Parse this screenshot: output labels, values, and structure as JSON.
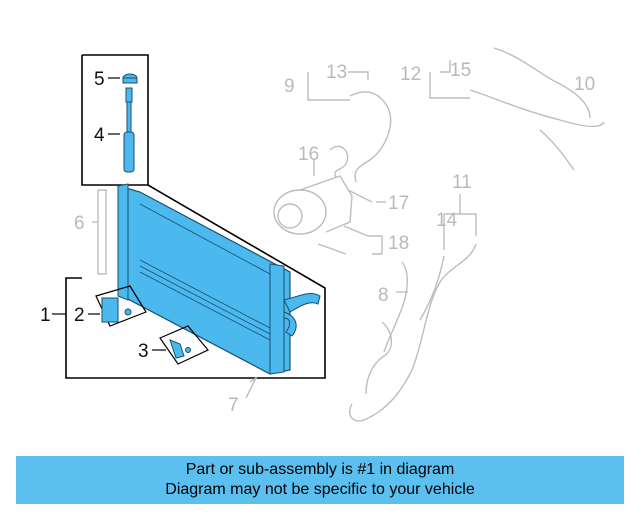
{
  "callouts": {
    "c1": "1",
    "c2": "2",
    "c3": "3",
    "c4": "4",
    "c5": "5",
    "c6": "6",
    "c7": "7",
    "c8": "8",
    "c9": "9",
    "c10": "10",
    "c11": "11",
    "c12": "12",
    "c13": "13",
    "c14": "14",
    "c15": "15",
    "c16": "16",
    "c17": "17",
    "c18": "18"
  },
  "banner": {
    "line1": "Part or sub-assembly is #1 in diagram",
    "line2": "Diagram may not be specific to your vehicle"
  },
  "colors": {
    "highlight": "#5bc0f0",
    "part_fill": "#4bb8ee",
    "ghost": "#b9b9b9",
    "line": "#000000"
  }
}
